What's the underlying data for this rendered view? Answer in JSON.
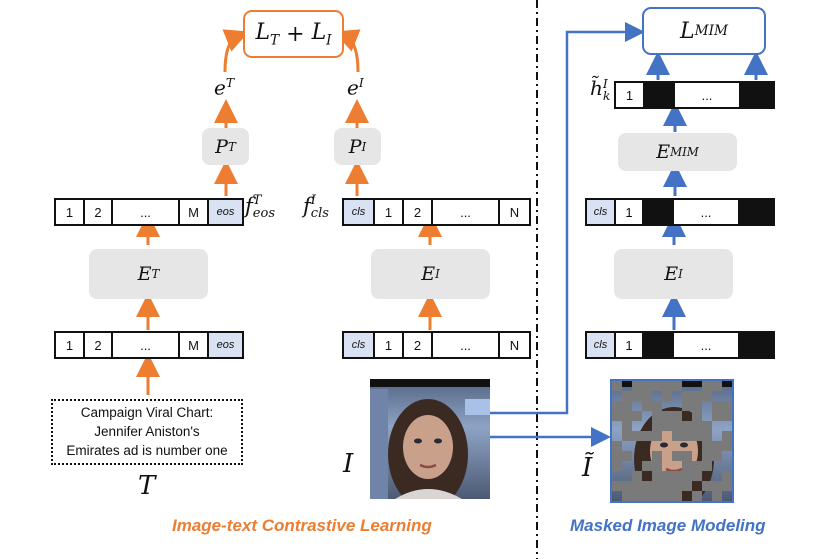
{
  "colors": {
    "contrastive": "#ed7d31",
    "mim": "#4472c4",
    "module_fill": "#e6e6e6",
    "special_token_fill": "#d9e2f3",
    "mask_gray": "#7a7a7a"
  },
  "left": {
    "loss": {
      "main": "L",
      "sub1": "T",
      "op": " + ",
      "main2": "L",
      "sub2": "I"
    },
    "embed_text": {
      "main": "e",
      "sup": "T"
    },
    "embed_image": {
      "main": "e",
      "sup": "I"
    },
    "proj_text": {
      "main": "P",
      "sub": "T"
    },
    "proj_image": {
      "main": "P",
      "sub": "I"
    },
    "feat_text": {
      "main": "f",
      "sup": "T",
      "sub": "eos"
    },
    "feat_image": {
      "main": "f",
      "sup": "I",
      "sub": "cls"
    },
    "enc_text": {
      "main": "E",
      "sub": "T"
    },
    "enc_image": {
      "main": "E",
      "sub": "I"
    },
    "text_tokens": [
      "1",
      "2",
      "...",
      "M",
      "eos"
    ],
    "image_tokens": [
      "cls",
      "1",
      "2",
      "...",
      "N"
    ],
    "input_text": [
      "Campaign Viral Chart:",
      "Jennifer Aniston's",
      "Emirates ad is number one"
    ],
    "input_text_label": "T",
    "input_image_label": "I",
    "caption": "Image-text Contrastive Learning"
  },
  "right": {
    "loss": {
      "main": "L",
      "sub": "MIM"
    },
    "hidden": {
      "main": "h̃",
      "sup": "I",
      "sub": "k"
    },
    "enc_mim": {
      "main": "E",
      "sub": "MIM"
    },
    "enc_image": {
      "main": "E",
      "sub": "I"
    },
    "hidden_tokens": [
      "1",
      "",
      "...",
      ""
    ],
    "mid_tokens": [
      "cls",
      "1",
      "",
      "...",
      ""
    ],
    "input_tokens": [
      "cls",
      "1",
      "",
      "...",
      ""
    ],
    "masked_image_label": "Ĩ",
    "caption": "Masked Image Modeling"
  }
}
